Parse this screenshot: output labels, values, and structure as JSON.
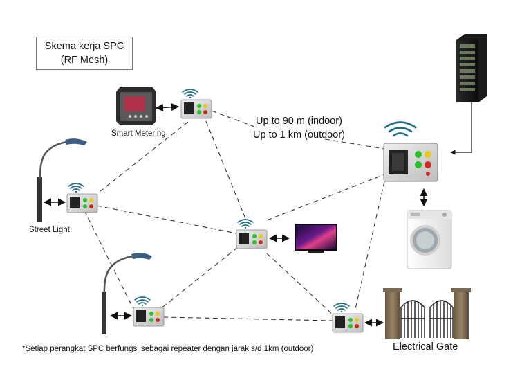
{
  "title": {
    "line1": "Skema kerja SPC",
    "line2": "(RF Mesh)"
  },
  "range": {
    "indoor": "Up to 90 m (indoor)",
    "outdoor": "Up to 1 km (outdoor)"
  },
  "labels": {
    "smart_metering": "Smart Metering",
    "street_light": "Street Light",
    "electrical_gate": "Electrical Gate"
  },
  "footnote": "*Setiap perangkat SPC berfungsi sebagai repeater dengan jarak s/d 1km (outdoor)",
  "colors": {
    "wifi_signal": "#1e6e87",
    "device_body": "#d9d9d9",
    "led_green": "#22c322",
    "led_yellow": "#e8c81a",
    "led_red": "#d22a1a",
    "mesh_line": "#333333"
  },
  "icons": [
    "wifi-signal-icon",
    "server-rack-icon",
    "washing-machine-icon",
    "tv-icon",
    "power-meter-icon",
    "street-light-icon",
    "gate-icon"
  ]
}
